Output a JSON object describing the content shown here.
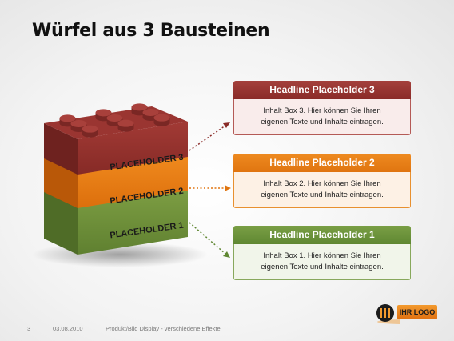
{
  "slide": {
    "title": "Würfel aus 3 Bausteinen"
  },
  "cube": {
    "layers": [
      {
        "label": "PLACEHOLDER 3",
        "color": "#8f2f2b"
      },
      {
        "label": "PLACEHOLDER 2",
        "color": "#e3780f"
      },
      {
        "label": "PLACEHOLDER 1",
        "color": "#6f9037"
      }
    ]
  },
  "boxes": [
    {
      "headline": "Headline Placeholder 3",
      "text": "Inhalt Box 3. Hier können Sie Ihren eigenen Texte und Inhalte eintragen.",
      "color": "#8a2b28"
    },
    {
      "headline": "Headline Placeholder 2",
      "text": "Inhalt Box 2. Hier können Sie Ihren eigenen Texte und Inhalte eintragen.",
      "color": "#e07510"
    },
    {
      "headline": "Headline Placeholder 1",
      "text": "Inhalt Box 1. Hier können Sie Ihren eigenen Texte und Inhalte eintragen.",
      "color": "#5f8732"
    }
  ],
  "footer": {
    "page_number": "3",
    "date": "03.08.2010",
    "description": "Produkt/Bild Display - verschiedene Effekte"
  },
  "logo": {
    "text": "IHR LOGO"
  }
}
